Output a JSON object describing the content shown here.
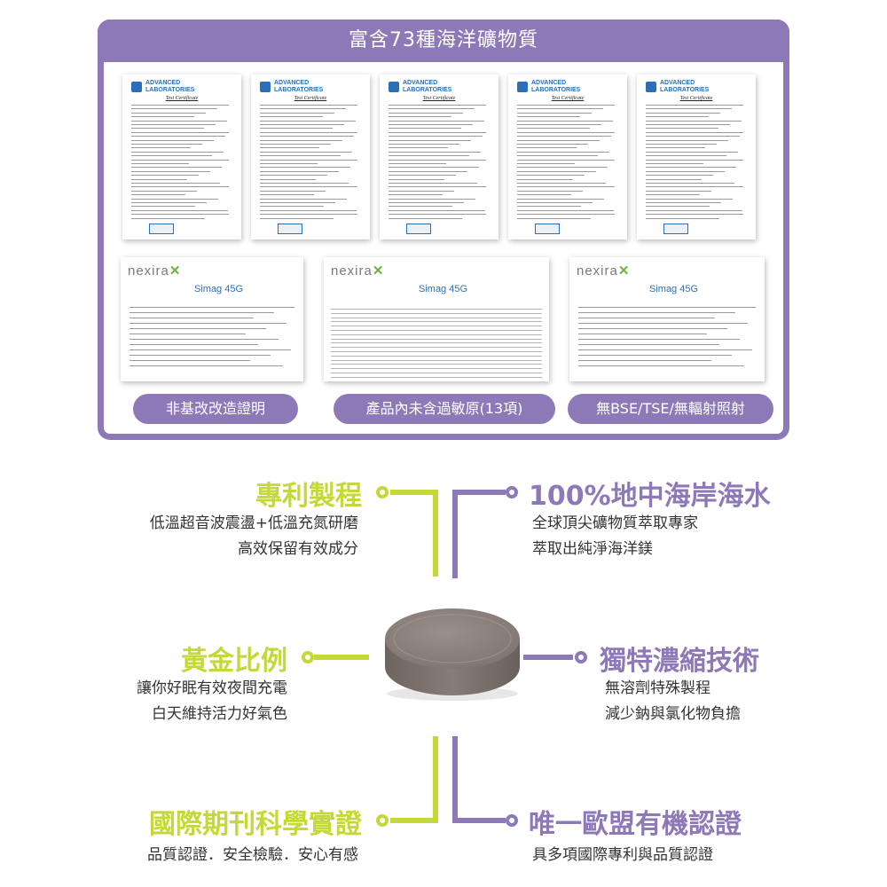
{
  "panel": {
    "title": "富含73種海洋礦物質",
    "header_color": "#8e79b8",
    "certificates": {
      "lab_name": "ADVANCED LABORATORIES",
      "doc_title": "Test Certificate",
      "count": 5
    },
    "statements": {
      "brand": "nexira",
      "product": "Simag 45G",
      "count": 3
    },
    "tags": [
      "非基改改造證明",
      "產品內未含過敏原(13項)",
      "無BSE/TSE/無輻射照射"
    ]
  },
  "features": {
    "left": [
      {
        "title": "專利製程",
        "desc": [
          "低溫超音波震盪+低溫充氮研磨",
          "高效保留有效成分"
        ]
      },
      {
        "title": "黃金比例",
        "desc": [
          "讓你好眠有效夜間充電",
          "白天維持活力好氣色"
        ]
      },
      {
        "title": "國際期刊科學實證",
        "desc": [
          "品質認證．安全檢驗．安心有感"
        ]
      }
    ],
    "right": [
      {
        "title": "100%地中海岸海水",
        "desc": [
          "全球頂尖礦物質萃取專家",
          "萃取出純淨海洋鎂"
        ]
      },
      {
        "title": "獨特濃縮技術",
        "desc": [
          "無溶劑特殊製程",
          "減少鈉與氯化物負擔"
        ]
      },
      {
        "title": "唯一歐盟有機認證",
        "desc": [
          "具多項國際專利與品質認證"
        ]
      }
    ],
    "colors": {
      "green": "#c5d83a",
      "purple": "#8e79b8"
    }
  }
}
